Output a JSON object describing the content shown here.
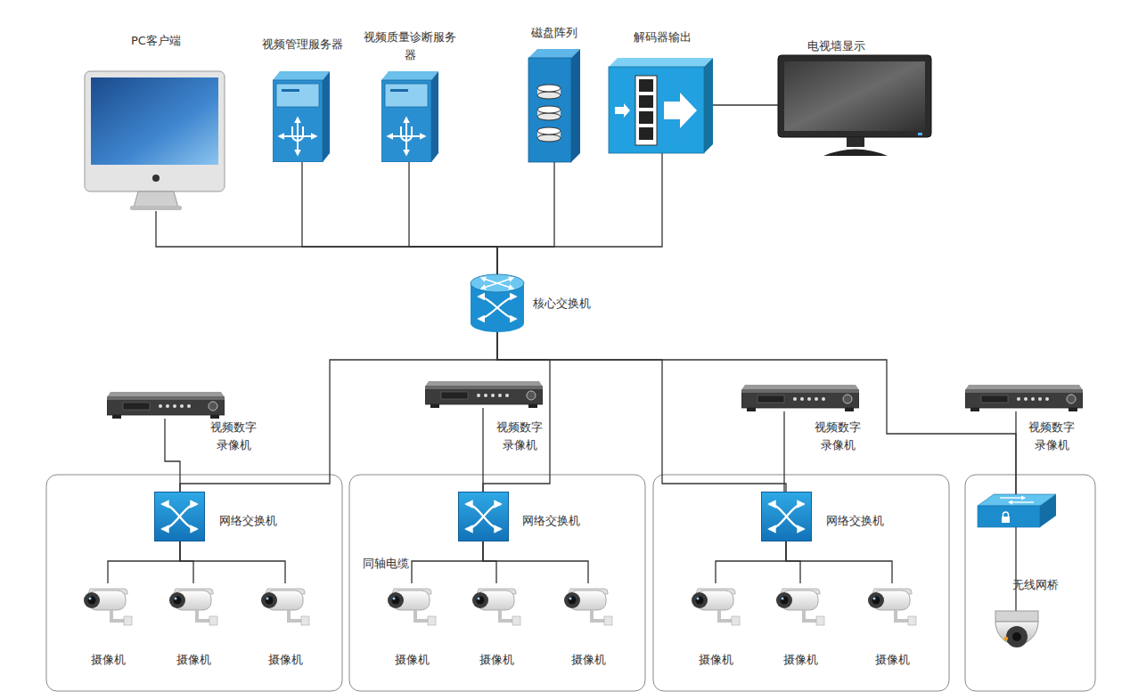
{
  "diagram": {
    "nodes": [
      {
        "text": [
          "PC客户端"
        ]
      },
      {
        "text": [
          "视频管理服务器"
        ]
      },
      {
        "text": [
          "视频质量诊断服务 器"
        ]
      },
      {
        "text": [
          "磁盘阵列"
        ]
      },
      {
        "text": [
          "解码器输出"
        ]
      },
      {
        "text": [
          "电视墙显示"
        ]
      },
      {
        "text": [
          "核心交换机"
        ]
      },
      {
        "text": [
          "视频数字 录像机"
        ]
      },
      {
        "text": [
          "视频数字 录像机"
        ]
      },
      {
        "text": [
          "视频数字 录像机"
        ]
      },
      {
        "text": [
          "视频数字 录像机"
        ]
      },
      {
        "text": [
          "网络交换机"
        ]
      },
      {
        "text": [
          "网络交换机"
        ]
      },
      {
        "text": [
          "网络交换机"
        ]
      },
      {
        "text": [
          "无线网桥"
        ]
      },
      {
        "text": [
          "摄像机"
        ]
      },
      {
        "text": [
          "摄像机"
        ]
      },
      {
        "text": [
          "摄像机"
        ]
      },
      {
        "text": [
          "摄像机"
        ]
      },
      {
        "text": [
          "摄像机"
        ]
      },
      {
        "text": [
          "摄像机"
        ]
      },
      {
        "text": [
          "摄像机"
        ]
      },
      {
        "text": [
          "摄像机"
        ]
      },
      {
        "text": [
          "摄像机"
        ]
      }
    ],
    "edges": [
      {
        "from": 0,
        "to": 6,
        "arrow": "none"
      },
      {
        "from": 1,
        "to": 6,
        "arrow": "none"
      },
      {
        "from": 2,
        "to": 6,
        "arrow": "none"
      },
      {
        "from": 3,
        "to": 6,
        "arrow": "none"
      },
      {
        "from": 4,
        "to": 6,
        "arrow": "none"
      },
      {
        "from": 4,
        "to": 5,
        "arrow": "none"
      },
      {
        "from": 6,
        "to": 11,
        "arrow": "none"
      },
      {
        "from": 6,
        "to": 12,
        "arrow": "none"
      },
      {
        "from": 6,
        "to": 13,
        "arrow": "none"
      },
      {
        "from": 6,
        "to": 14,
        "arrow": "none"
      },
      {
        "from": 7,
        "to": 11,
        "arrow": "none"
      },
      {
        "from": 8,
        "to": 12,
        "arrow": "none"
      },
      {
        "from": 9,
        "to": 13,
        "arrow": "none"
      },
      {
        "from": 10,
        "to": 14,
        "arrow": "none"
      },
      {
        "from": 11,
        "to": 15,
        "arrow": "none"
      },
      {
        "from": 11,
        "to": 16,
        "arrow": "none"
      },
      {
        "from": 11,
        "to": 17,
        "arrow": "none"
      },
      {
        "from": 12,
        "to": 18,
        "arrow": "none"
      },
      {
        "from": 12,
        "to": 19,
        "arrow": "none"
      },
      {
        "from": 12,
        "to": 20,
        "arrow": "none"
      },
      {
        "from": 13,
        "to": 21,
        "arrow": "none"
      },
      {
        "from": 13,
        "to": 22,
        "arrow": "none"
      },
      {
        "from": 13,
        "to": 23,
        "arrow": "none"
      }
    ],
    "labels": [
      "同轴电缆"
    ]
  }
}
